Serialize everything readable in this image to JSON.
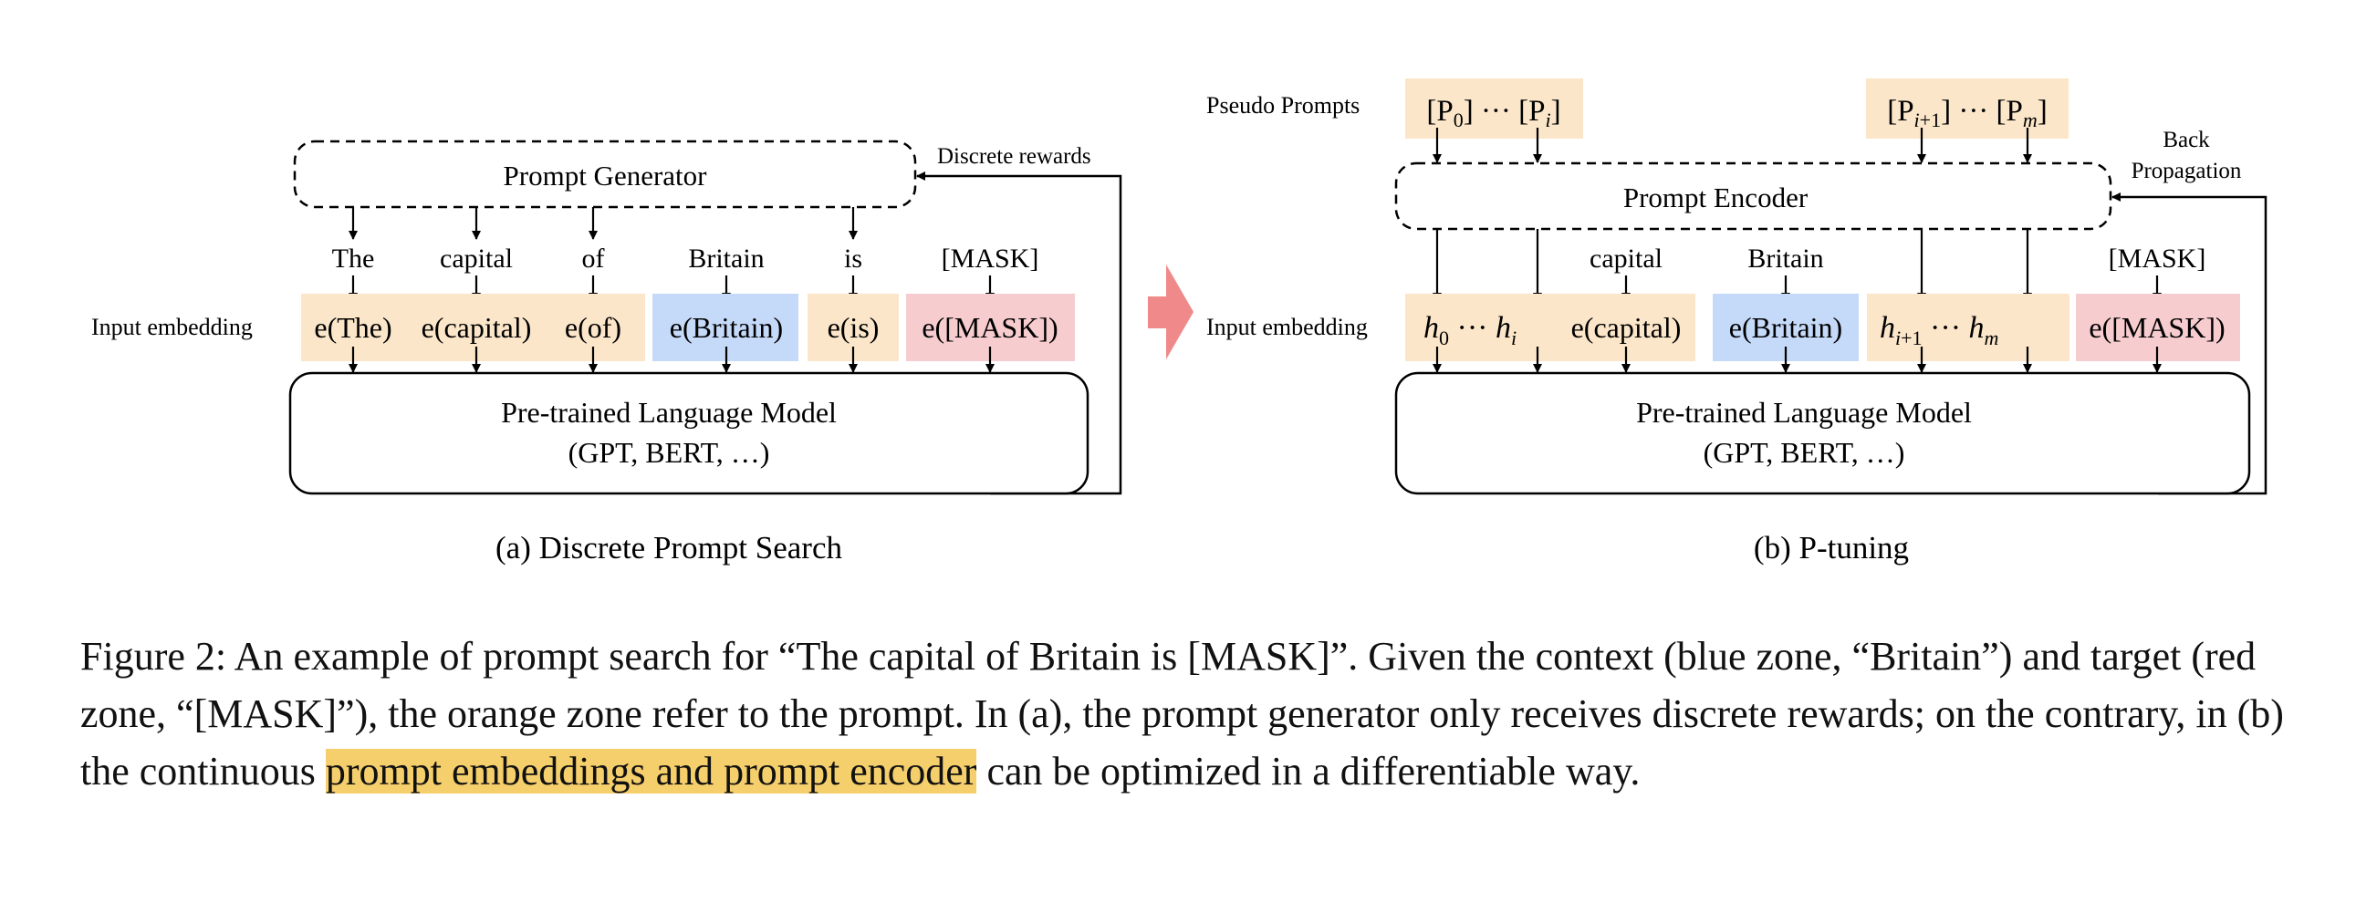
{
  "left_panel": {
    "generator_label": "Prompt Generator",
    "rewards_label": "Discrete rewards",
    "input_embedding_label": "Input embedding",
    "tokens": [
      "The",
      "capital",
      "of",
      "Britain",
      "is",
      "[MASK]"
    ],
    "embeddings": [
      "e(The)",
      "e(capital)",
      "e(of)",
      "e(Britain)",
      "e(is)",
      "e([MASK])"
    ],
    "model_line1": "Pre-trained Language Model",
    "model_line2": "(GPT, BERT, …)",
    "caption": "(a) Discrete Prompt Search"
  },
  "right_panel": {
    "pseudo_prompts_label": "Pseudo Prompts",
    "pseudo_box1": "[P0] ··· [Pi]",
    "pseudo_box2": "[Pi+1] ··· [Pm]",
    "encoder_label": "Prompt Encoder",
    "backprop_line1": "Back",
    "backprop_line2": "Propagation",
    "input_embedding_label": "Input embedding",
    "tokens": [
      "capital",
      "Britain",
      "[MASK]"
    ],
    "embeddings": [
      "h0 ··· hi",
      "e(capital)",
      "e(Britain)",
      "hi+1 ··· hm",
      "e([MASK])"
    ],
    "model_line1": "Pre-trained Language Model",
    "model_line2": "(GPT, BERT, …)",
    "caption": "(b) P-tuning"
  },
  "figure_caption": {
    "part1": "Figure 2: An example of prompt search for “The capital of Britain is [MASK]”. Given the context (blue zone, “Britain”) and target (red zone, “[MASK]”), the orange zone refer to the prompt. In (a), the prompt generator only receives discrete rewards; on the contrary, in (b) the continuous ",
    "highlight": "prompt embeddings and prompt encoder",
    "part2": " can be optimized in a differentiable way."
  },
  "colors": {
    "prompt_zone": "#fbe6c9",
    "context_zone": "#c5d9f9",
    "target_zone": "#f6cccf",
    "transition_arrow": "#f08a8a",
    "caption_highlight": "#f5cf6b"
  }
}
